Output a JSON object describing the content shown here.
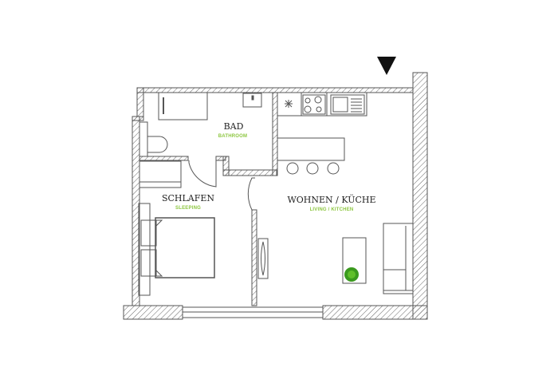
{
  "rooms": {
    "bath": {
      "name": "BAD",
      "subtitle": "BATHROOM"
    },
    "sleeping": {
      "name": "SCHLAFEN",
      "subtitle": "SLEEPING"
    },
    "living": {
      "name": "WOHNEN / KÜCHE",
      "subtitle": "LIVING / KITCHEN"
    }
  },
  "colors": {
    "wall": "#555555",
    "accent": "#8cc63f",
    "plant": "#3a9a1e"
  }
}
